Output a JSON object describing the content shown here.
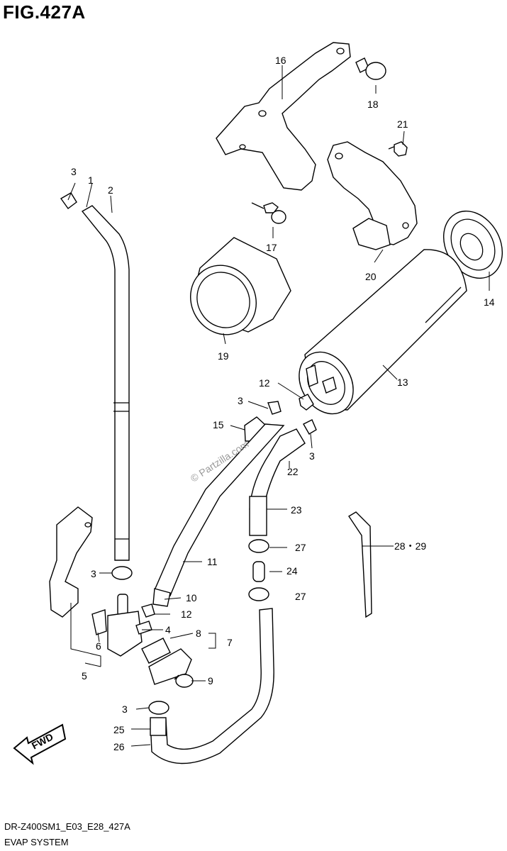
{
  "figure_title": "FIG.427A",
  "drawing_code": "DR-Z400SM1_E03_E28_427A",
  "system_name": "EVAP SYSTEM",
  "watermark": "© Partzilla.com",
  "fwd_label": "FWD",
  "callouts": [
    {
      "id": "c1",
      "text": "1"
    },
    {
      "id": "c2",
      "text": "2"
    },
    {
      "id": "c3a",
      "text": "3"
    },
    {
      "id": "c16",
      "text": "16"
    },
    {
      "id": "c18",
      "text": "18"
    },
    {
      "id": "c21",
      "text": "21"
    },
    {
      "id": "c17",
      "text": "17"
    },
    {
      "id": "c20",
      "text": "20"
    },
    {
      "id": "c14",
      "text": "14"
    },
    {
      "id": "c19",
      "text": "19"
    },
    {
      "id": "c13",
      "text": "13"
    },
    {
      "id": "c12a",
      "text": "12"
    },
    {
      "id": "c3b",
      "text": "3"
    },
    {
      "id": "c15",
      "text": "15"
    },
    {
      "id": "c3c",
      "text": "3"
    },
    {
      "id": "c22",
      "text": "22"
    },
    {
      "id": "c23",
      "text": "23"
    },
    {
      "id": "c27a",
      "text": "27"
    },
    {
      "id": "c2829",
      "text": "28・29"
    },
    {
      "id": "c24",
      "text": "24"
    },
    {
      "id": "c27b",
      "text": "27"
    },
    {
      "id": "c11",
      "text": "11"
    },
    {
      "id": "c3d",
      "text": "3"
    },
    {
      "id": "c10",
      "text": "10"
    },
    {
      "id": "c12b",
      "text": "12"
    },
    {
      "id": "c4",
      "text": "4"
    },
    {
      "id": "c8",
      "text": "8"
    },
    {
      "id": "c7",
      "text": "7"
    },
    {
      "id": "c6",
      "text": "6"
    },
    {
      "id": "c5",
      "text": "5"
    },
    {
      "id": "c9",
      "text": "9"
    },
    {
      "id": "c3e",
      "text": "3"
    },
    {
      "id": "c25",
      "text": "25"
    },
    {
      "id": "c26",
      "text": "26"
    }
  ]
}
